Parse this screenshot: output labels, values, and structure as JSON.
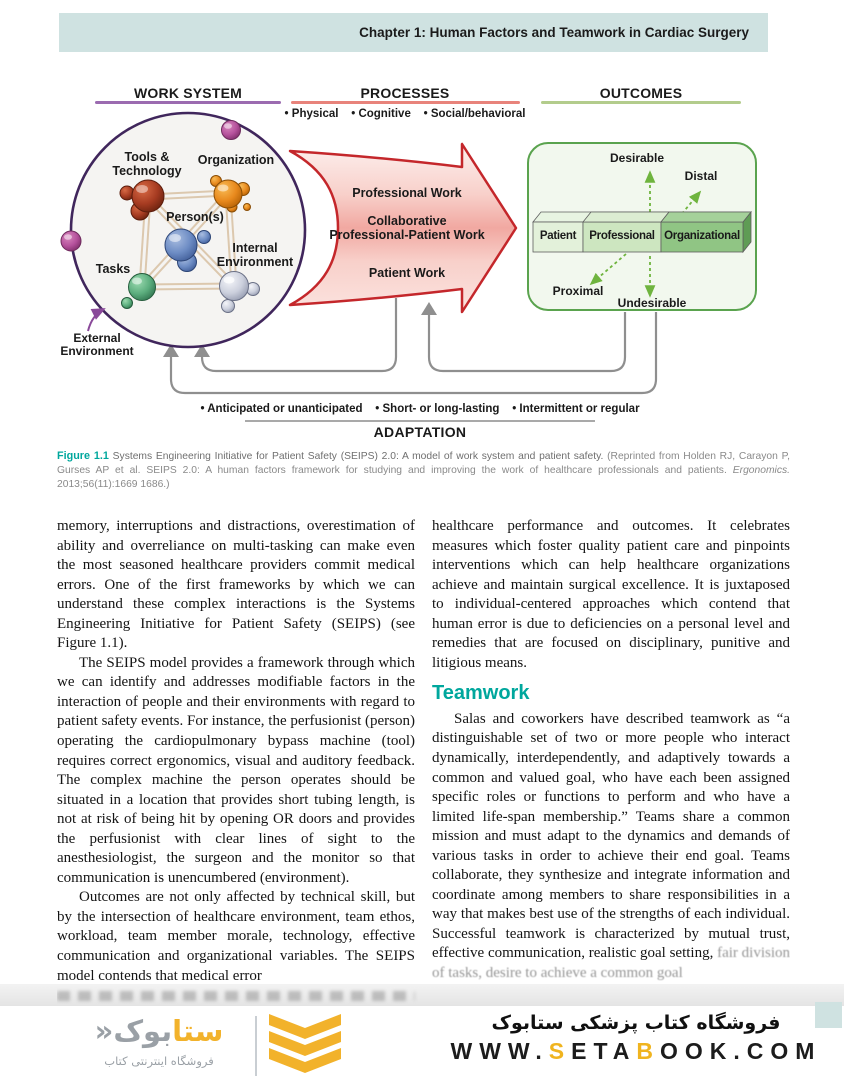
{
  "header": {
    "title": "Chapter 1: Human Factors and Teamwork in Cardiac Surgery"
  },
  "figure": {
    "sections": {
      "work_system": "WORK SYSTEM",
      "processes": "PROCESSES",
      "outcomes": "OUTCOMES"
    },
    "process_types": "• Physical    • Cognitive    • Social/behavioral",
    "work_system": {
      "tools_line1": "Tools &",
      "tools_line2": "Technology",
      "organization": "Organization",
      "persons": "Person(s)",
      "internal_line1": "Internal",
      "internal_line2": "Environment",
      "tasks": "Tasks",
      "external_line1": "External",
      "external_line2": "Environment"
    },
    "process_arrow": {
      "line1": "Professional Work",
      "line2": "Collaborative",
      "line3": "Professional-Patient Work",
      "line4": "Patient Work"
    },
    "outcomes": {
      "desirable": "Desirable",
      "distal": "Distal",
      "proximal": "Proximal",
      "undesirable": "Undesirable",
      "bar": [
        "Patient",
        "Professional",
        "Organizational"
      ]
    },
    "adaptation": {
      "bullets": "• Anticipated or unanticipated    • Short- or long-lasting    • Intermittent or regular",
      "label": "ADAPTATION"
    }
  },
  "caption": {
    "label": "Figure 1.1",
    "main": "Systems Engineering Initiative for Patient Safety (SEIPS) 2.0: A model of work system and patient safety. ",
    "reprint": "(Reprinted from Holden RJ, Carayon P, Gurses AP et al. SEIPS 2.0: A human factors framework for studying and improving the work of healthcare professionals and patients. ",
    "journal": "Ergonomics.",
    "tail": " 2013;56(11):1669 1686.)"
  },
  "article": {
    "left": {
      "p1": "memory, interruptions and distractions, overestimation of ability and overreliance on multi-tasking can make even the most seasoned healthcare providers commit medical errors. One of the first frameworks by which we can understand these complex interactions is the Systems Engineering Initiative for Patient Safety (SEIPS) (see Figure 1.1).",
      "p2": "The SEIPS model provides a framework through which we can identify and addresses modifiable factors in the interaction of people and their environments with regard to patient safety events. For instance, the perfusionist (person) operating the cardiopulmonary bypass machine (tool) requires correct ergonomics, visual and auditory feedback. The complex machine the person operates should be situated in a location that provides short tubing length, is not at risk of being hit by opening OR doors and provides the perfusionist with clear lines of sight to the anesthesiologist, the surgeon and the monitor so that communication is unencumbered (environment).",
      "p3": "Outcomes are not only affected by technical skill, but by the intersection of healthcare environment, team ethos, workload, team member morale, technology, effective communication and organizational variables. The SEIPS model contends that medical error"
    },
    "right": {
      "p1": "healthcare performance and outcomes. It celebrates measures which foster quality patient care and pinpoints interventions which can help healthcare organizations achieve and maintain surgical excellence. It is juxtaposed to individual-centered approaches which contend that human error is due to deficiencies on a personal level and remedies that are focused on disciplinary, punitive and litigious means.",
      "heading": "Teamwork",
      "p2": "Salas and coworkers have described teamwork as “a distinguishable set of two or more people who interact dynamically, interdependently, and adaptively towards a common and valued goal, who have each been assigned specific roles or functions to perform and who have a limited life-span membership.” Teams share a common mission and must adapt to the dynamics and demands of various tasks in order to achieve their end goal. Teams collaborate, they synthesize and integrate information and coordinate among members to share responsibilities in a way that makes best use of the strengths of each individual. Successful teamwork is characterized by mutual trust, effective communication, realistic goal setting,",
      "p2_faded": "fair division of tasks, desire to achieve a common goal"
    }
  },
  "footer": {
    "store_fa": "فروشگاه کتاب پزشکی ستابوک",
    "url_parts": [
      "WWW.",
      "S",
      "ETA",
      "B",
      "OOK.COM"
    ],
    "logo": {
      "word_yellow": "ستا",
      "word_gray": "بوک",
      "guillemet": "«",
      "tagline_fa": "فروشگاه اینترنتی کتاب"
    }
  },
  "colors": {
    "header_bar": "#cfe2e1",
    "teal_accent": "#00a79d",
    "work_system_underline": "#9b6bb0",
    "processes_underline": "#e8837b",
    "outcomes_underline": "#b3cc8c",
    "arrow_red": "#c4272b",
    "outcomes_green": "#5aa34e",
    "loop_gray": "#8f8f8f",
    "footer_yellow": "#f2b22b"
  }
}
